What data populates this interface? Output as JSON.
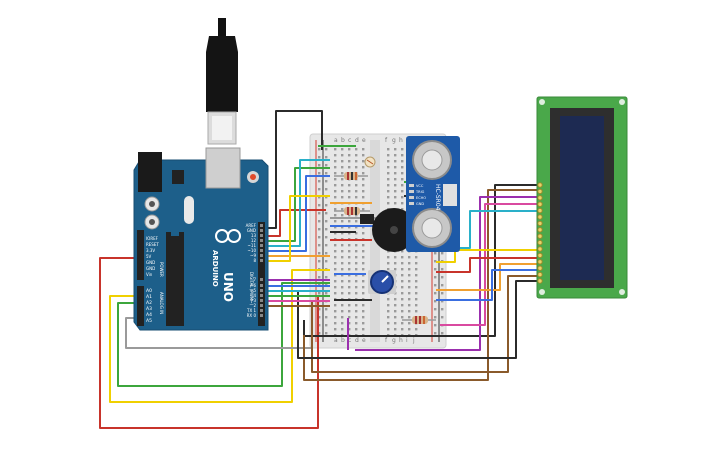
{
  "arduino": {
    "brand": "ARDUINO",
    "model": "UNO",
    "digital_label": "DIGITAL (PWM~)",
    "power_label": "POWER",
    "analog_label": "ANALOG IN",
    "digital_pins": [
      "AREF",
      "GND",
      "13",
      "12",
      "~11",
      "~10",
      "~9",
      "8",
      "7",
      "~6",
      "~5",
      "4",
      "~3",
      "2",
      "TX 1",
      "RX 0"
    ],
    "power_pins": [
      "IOREF",
      "RESET",
      "3.3V",
      "5V",
      "GND",
      "GND",
      "Vin"
    ],
    "analog_pins": [
      "A0",
      "A1",
      "A2",
      "A3",
      "A4",
      "A5"
    ],
    "colors": {
      "board": "#1d5f8a",
      "usb": "#cfcfcf",
      "header": "#222222"
    }
  },
  "breadboard": {
    "column_letters_left": [
      "a",
      "b",
      "c",
      "d",
      "e"
    ],
    "column_letters_right": [
      "f",
      "g",
      "h",
      "i",
      "j"
    ],
    "rail_colors": {
      "positive": "#d33b2f",
      "negative": "#333333"
    }
  },
  "sensor": {
    "label": "HC-SR04",
    "pins": [
      "VCC",
      "TRIG",
      "ECHO",
      "GND"
    ],
    "color": "#1e5aa8"
  },
  "lcd": {
    "pin_count": 16,
    "pcb_color": "#4aa84a",
    "screen_color": "#1d2a52"
  },
  "wire_colors": {
    "red": "#c8342b",
    "black": "#2b2b2b",
    "yellow": "#f0d000",
    "green": "#3ca63c",
    "orange": "#f0a030",
    "purple": "#9b2fae",
    "blue": "#3a6ee0",
    "brown": "#8a5a2b",
    "gray": "#9a9a9a",
    "pink": "#d94aa0",
    "cyan": "#2ab0c9"
  }
}
